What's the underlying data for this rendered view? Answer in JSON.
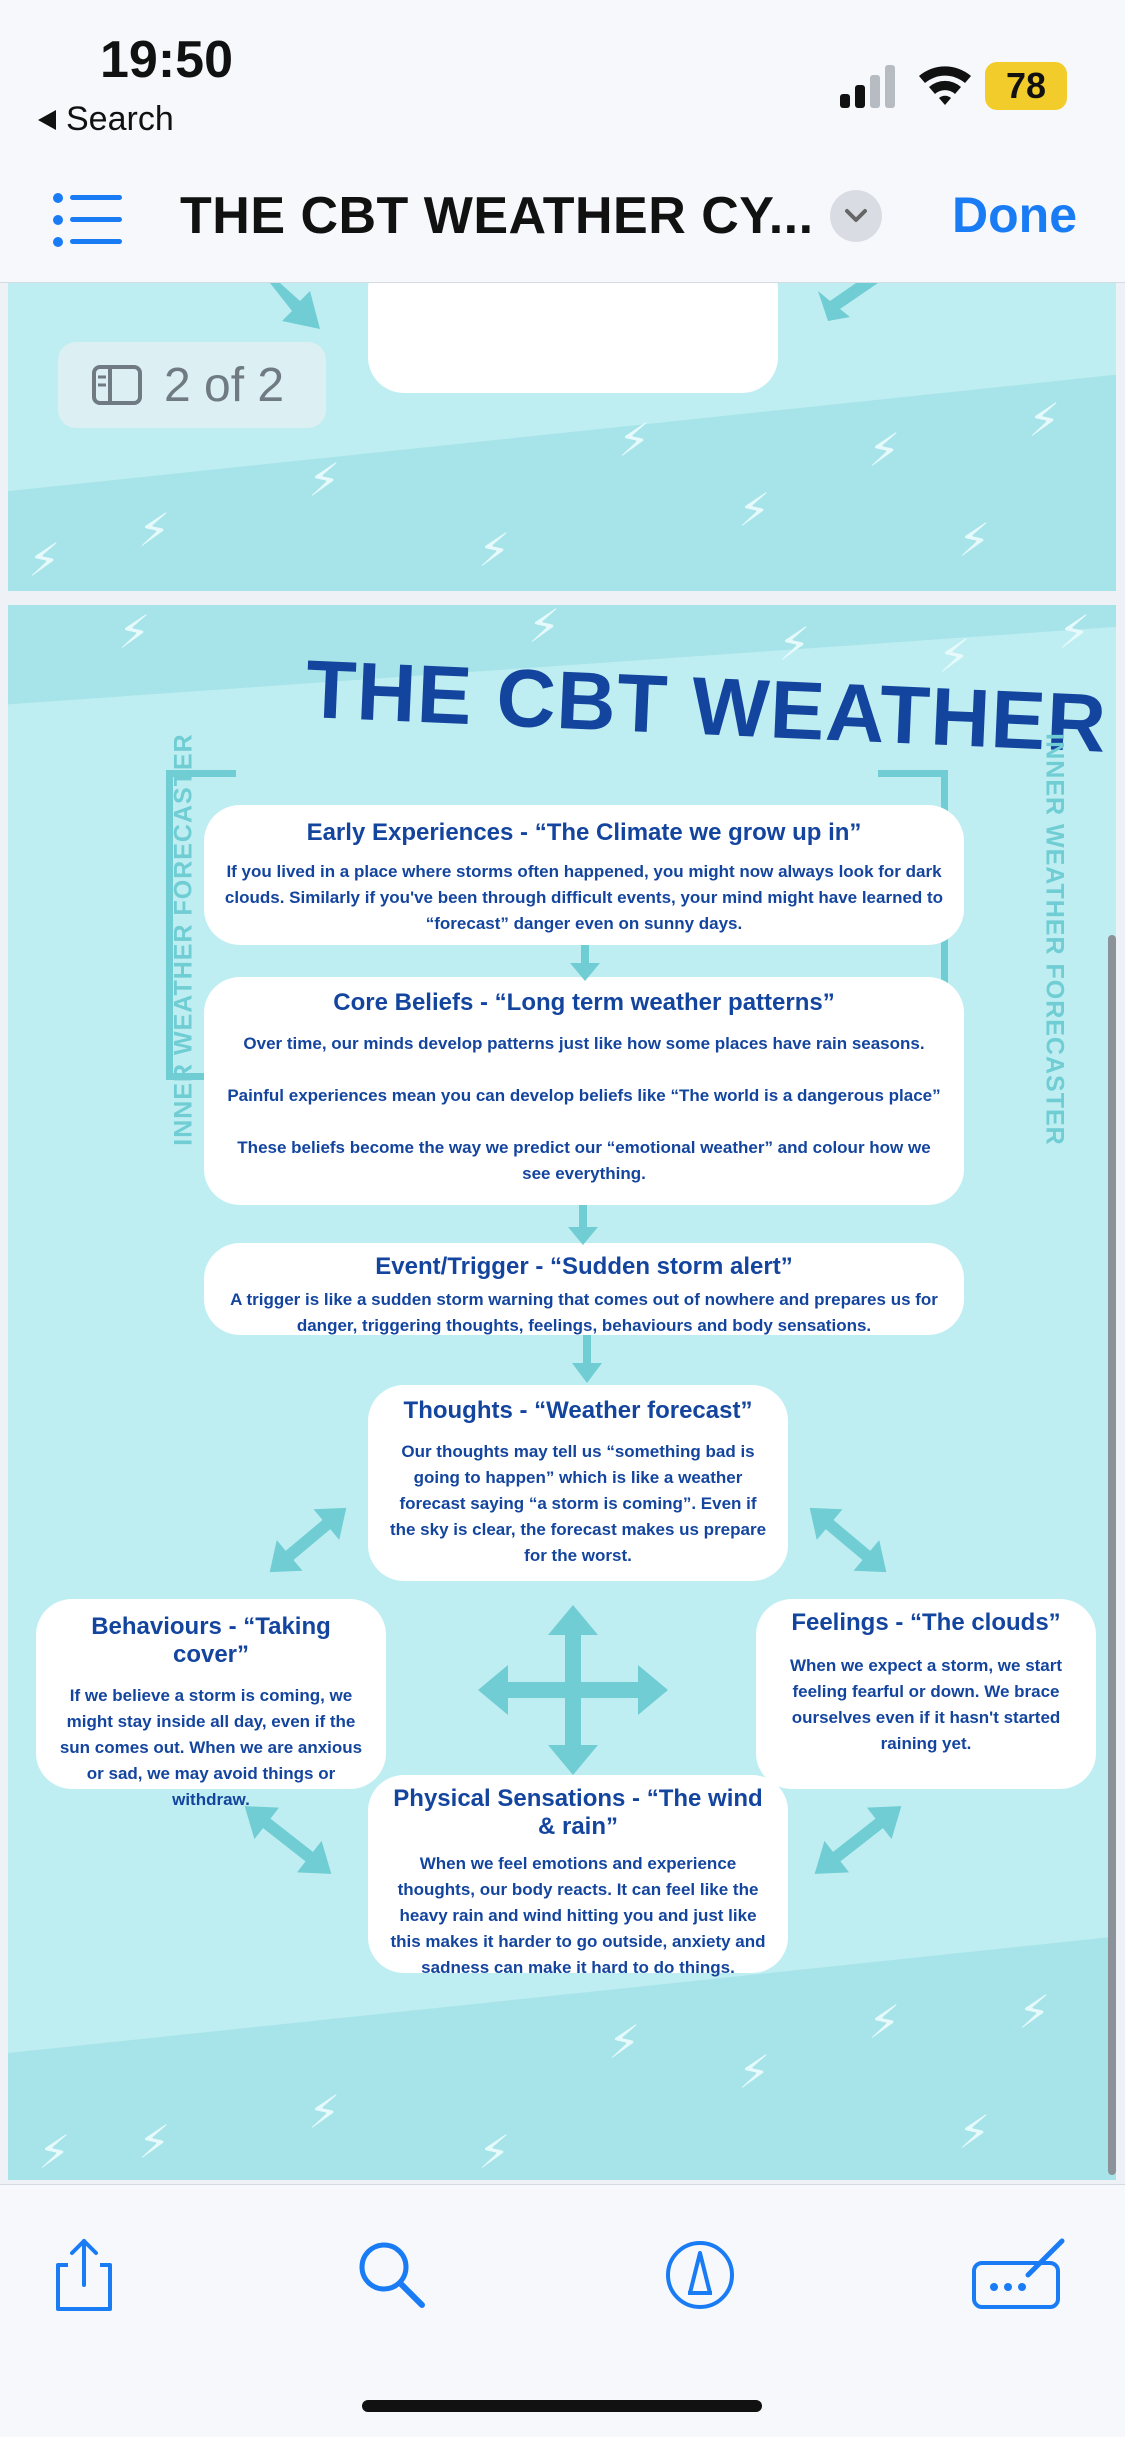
{
  "status_bar": {
    "time": "19:50",
    "back_label": "Search",
    "battery": "78"
  },
  "nav": {
    "title": "THE CBT WEATHER CY...",
    "done_label": "Done"
  },
  "viewer": {
    "page_indicator": "2 of 2"
  },
  "poster": {
    "title": "THE CBT WEATHER CYCLE",
    "side_label": "INNER WEATHER FORECASTER",
    "cards": {
      "early": {
        "heading": "Early Experiences - “The Climate we grow up in”",
        "body": "If you lived in a place where storms often happened, you might now always look for dark clouds. Similarly if you've been through difficult events, your mind might have learned to “forecast” danger even on sunny days."
      },
      "core": {
        "heading": "Core Beliefs - “Long term weather patterns”",
        "body1": "Over time, our minds develop patterns just like how some places have rain seasons.",
        "body2": "Painful experiences mean you can develop beliefs like “The world is a dangerous place”",
        "body3": "These beliefs become the way we predict our “emotional weather” and colour how we see everything."
      },
      "event": {
        "heading": "Event/Trigger - “Sudden storm alert”",
        "body": "A trigger is like a sudden storm warning that comes out of nowhere and prepares us for danger, triggering thoughts, feelings, behaviours and body sensations."
      },
      "thoughts": {
        "heading": "Thoughts - “Weather forecast”",
        "body": "Our thoughts may tell us “something bad is going to happen” which is like a weather forecast saying “a storm is coming”. Even if the sky is clear, the forecast makes us prepare for the worst."
      },
      "behaviours": {
        "heading": "Behaviours - “Taking cover”",
        "body": "If we believe a storm is coming, we might stay inside all day, even if the sun comes out. When we are anxious or sad, we may avoid things or withdraw."
      },
      "feelings": {
        "heading": "Feelings - “The clouds”",
        "body": "When we expect a storm, we start feeling fearful or down. We brace ourselves even if it hasn't started raining yet."
      },
      "physical": {
        "heading": "Physical Sensations - “The wind & rain”",
        "body": "When we feel emotions and experience thoughts, our body reacts. It can feel like the heavy rain and wind hitting you and just like this makes it harder to go outside, anxiety and sadness can make it hard to do things."
      }
    }
  },
  "colors": {
    "accent": "#1a7cf5",
    "poster_bg": "#bfeef2",
    "poster_text": "#14459e",
    "poster_arrows": "#6fcdd3"
  },
  "icons": {
    "list": "list-icon",
    "chevron": "chevron-down-icon",
    "share": "share-icon",
    "search": "search-icon",
    "markup": "markup-pen-icon",
    "form": "form-fill-icon",
    "sidebar": "sidebar-icon"
  }
}
